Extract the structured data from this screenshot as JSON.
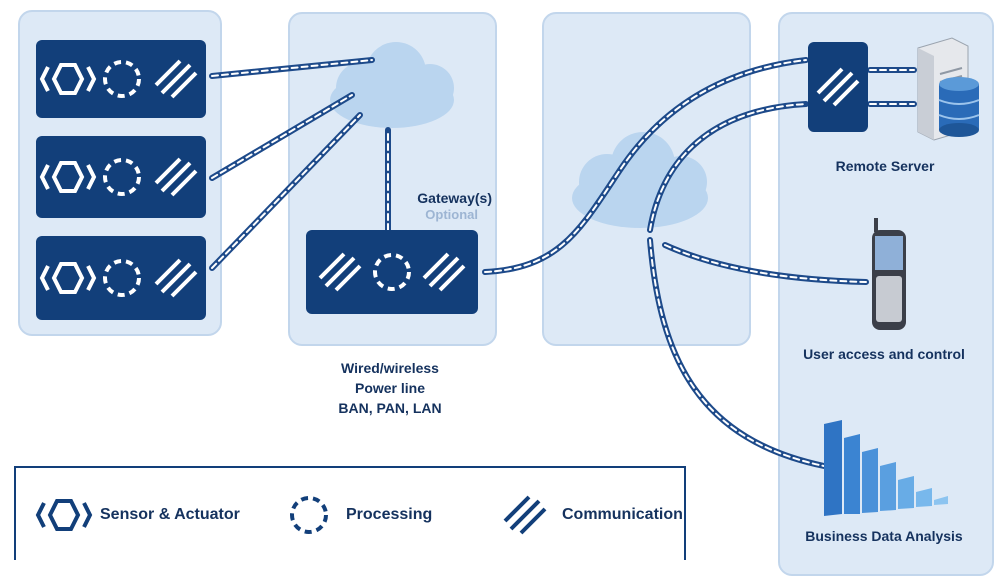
{
  "labels": {
    "gateway": "Gateway(s)",
    "gateway_optional": "Optional",
    "network_line1": "Wired/wireless",
    "network_line2": "Power line",
    "network_line3": "BAN, PAN, LAN",
    "remote_server": "Remote Server",
    "user_access": "User access and control",
    "business_data": "Business Data Analysis"
  },
  "legend": {
    "sensor": "Sensor & Actuator",
    "processing": "Processing",
    "communication": "Communication"
  },
  "colors": {
    "node_fill": "#123f7a",
    "panel_fill": "#dde9f6",
    "cloud_fill": "#b9d4ef",
    "link": "#1d4a8a"
  },
  "icons": [
    "sensor-actuator-icon",
    "processing-icon",
    "communication-icon",
    "cloud-icon",
    "server-icon",
    "database-icon",
    "mobile-phone-icon",
    "bar-chart-icon"
  ]
}
